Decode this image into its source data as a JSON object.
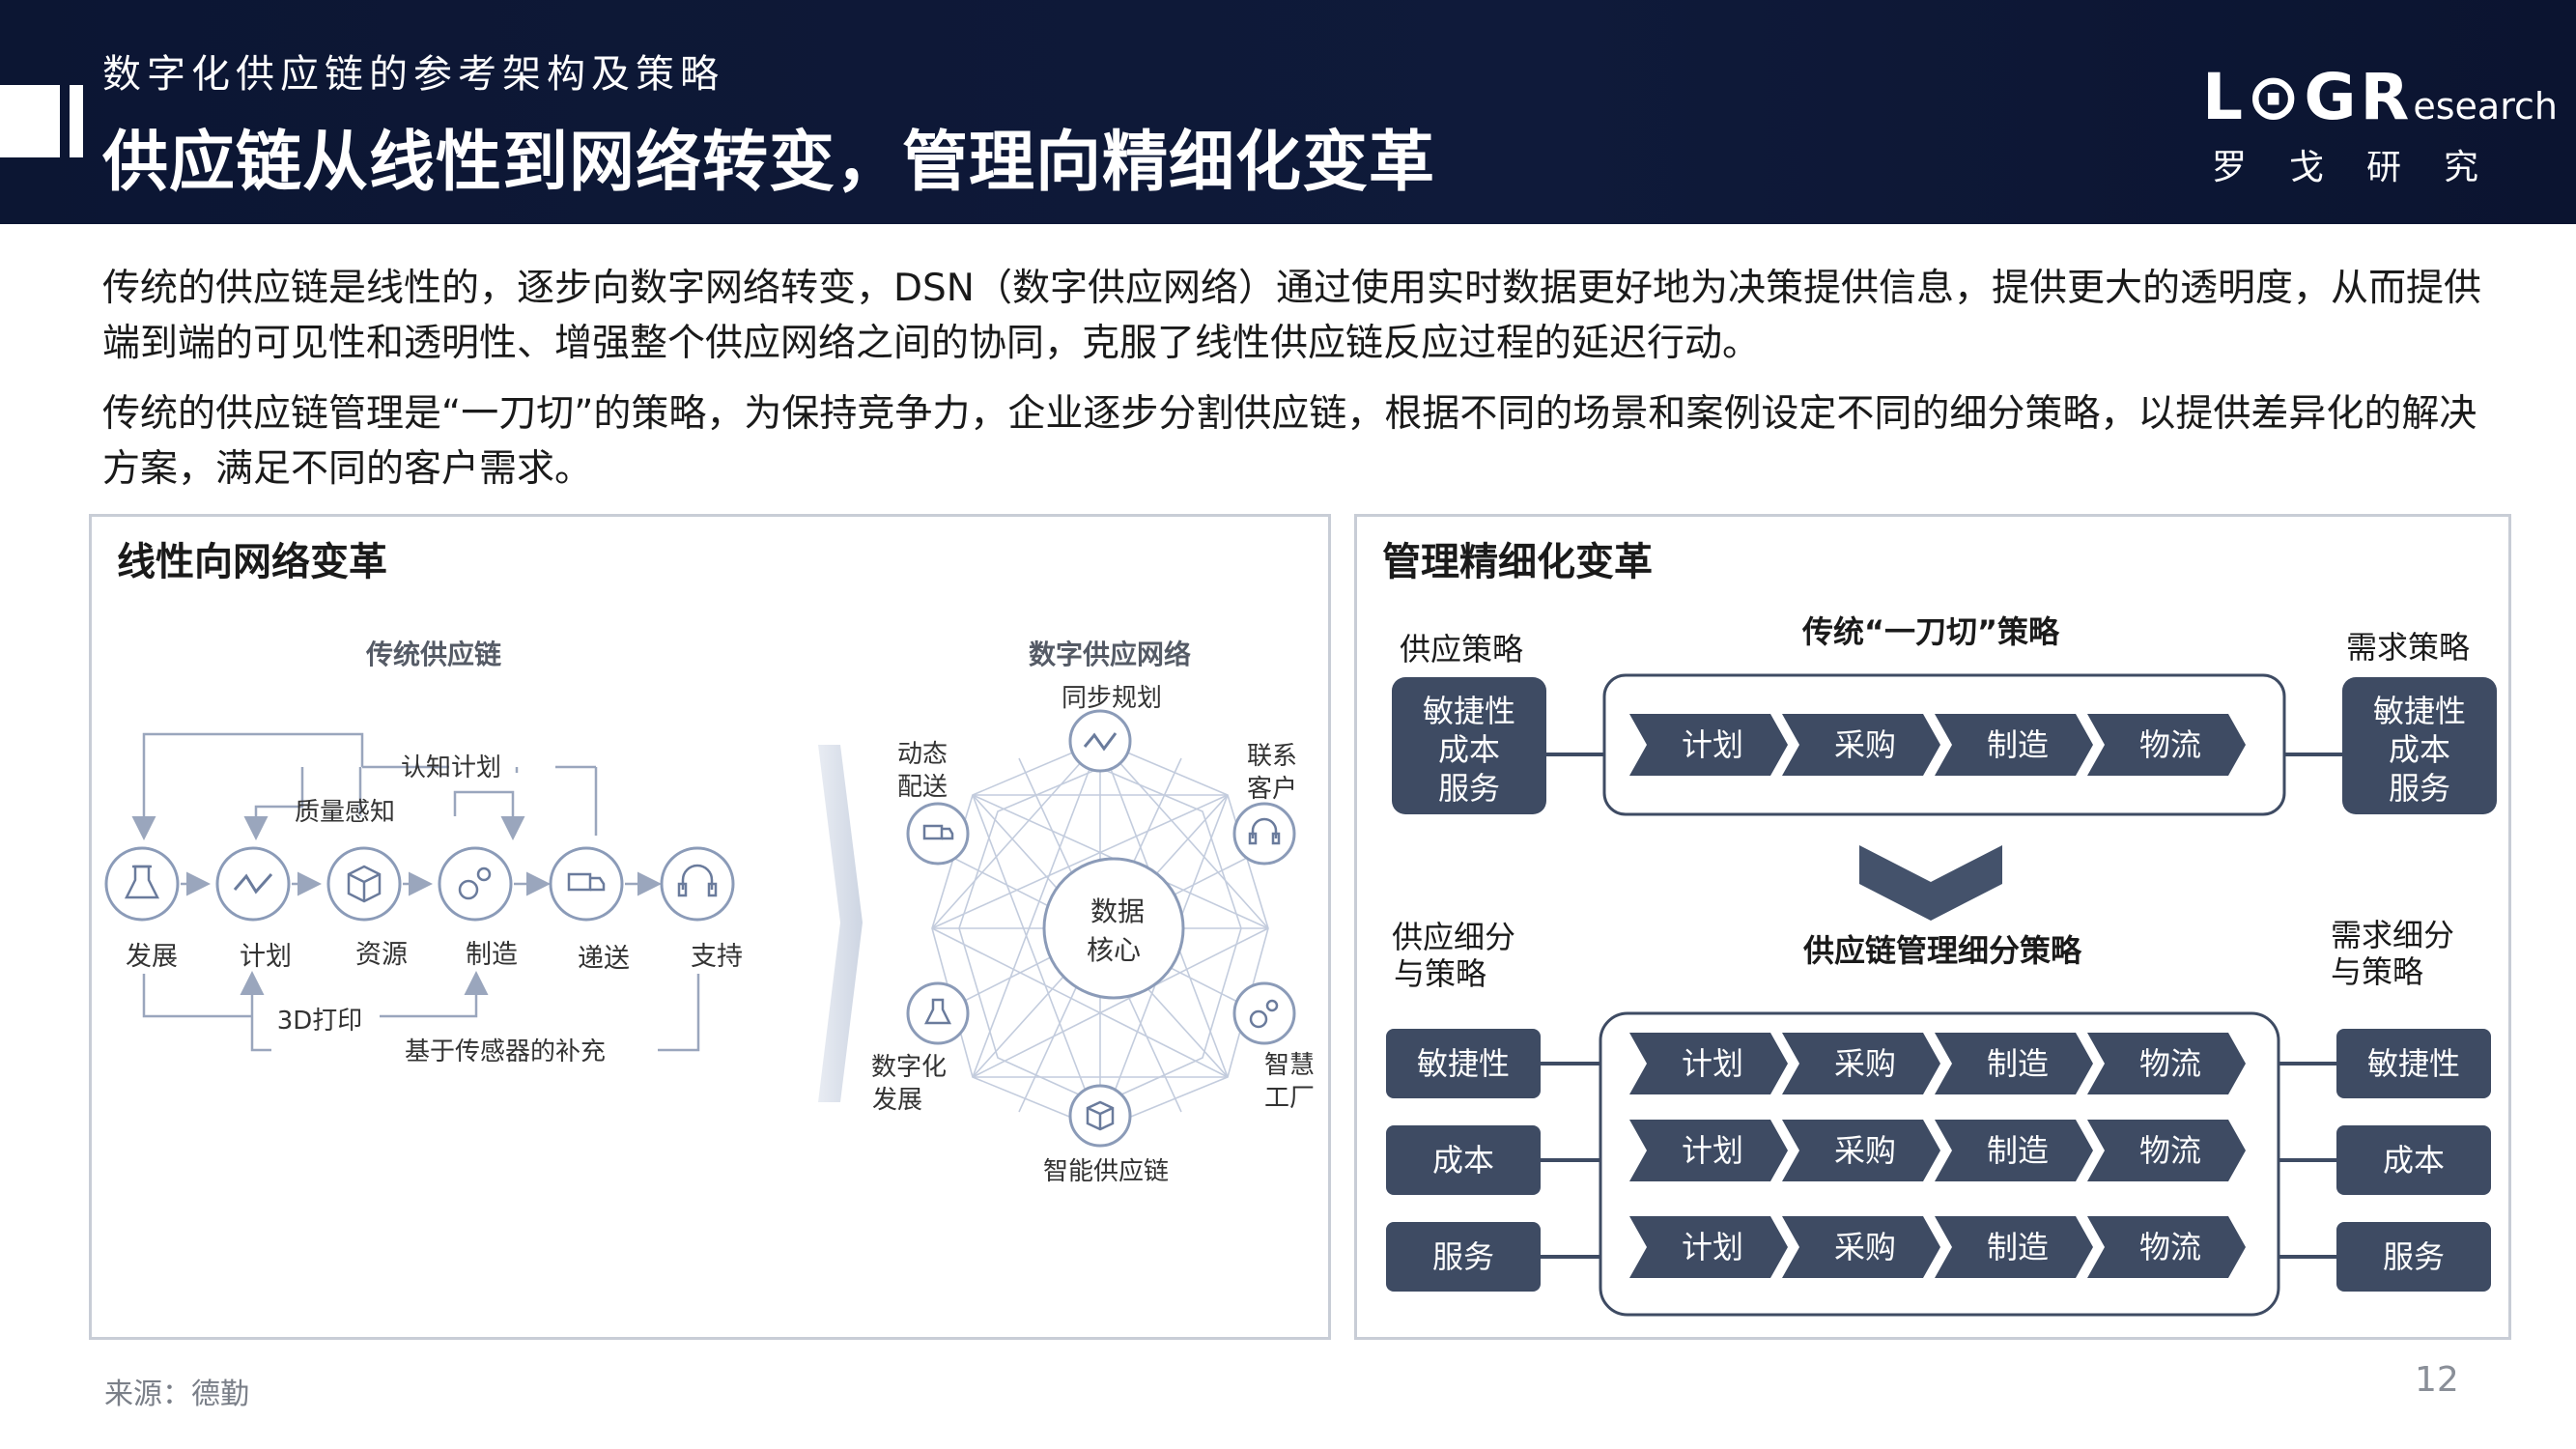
{
  "header": {
    "subtitle": "数字化供应链的参考架构及策略",
    "title": "供应链从线性到网络转变，管理向精细化变革",
    "logo_main": "L⊙GR",
    "logo_small": "esearch",
    "logo_sub": "罗戈研究"
  },
  "paragraphs": {
    "p1": "传统的供应链是线性的，逐步向数字网络转变，DSN（数字供应网络）通过使用实时数据更好地为决策提供信息，提供更大的透明度，从而提供端到端的可见性和透明性、增强整个供应网络之间的协同，克服了线性供应链反应过程的延迟行动。",
    "p2": "传统的供应链管理是“一刀切”的策略，为保持竞争力，企业逐步分割供应链，根据不同的场景和案例设定不同的细分策略，以提供差异化的解决方案，满足不同的客户需求。"
  },
  "left_panel": {
    "title": "线性向网络变革",
    "traditional_title": "传统供应链",
    "linear_nodes": [
      "发展",
      "计划",
      "资源",
      "制造",
      "递送",
      "支持"
    ],
    "top_labels": {
      "cognitive_plan": "认知计划",
      "quality_sense": "质量感知"
    },
    "bottom_labels": {
      "print3d": "3D打印",
      "sensor_supply": "基于传感器的补充"
    },
    "network_title": "数字供应网络",
    "network_nodes": {
      "sync": "同步规划",
      "dynamic_1": "动态",
      "dynamic_2": "配送",
      "connected_1": "联系",
      "connected_2": "客户",
      "digital_1": "数字化",
      "digital_2": "发展",
      "smart_1": "智慧",
      "smart_2": "工厂",
      "intelligent": "智能供应链",
      "core_1": "数据",
      "core_2": "核心"
    }
  },
  "right_panel": {
    "title": "管理精细化变革",
    "top_strategy_title": "传统“一刀切”策略",
    "supply_strategy": "供应策略",
    "demand_strategy": "需求策略",
    "stacked_box": [
      "敏捷性",
      "成本",
      "服务"
    ],
    "process_steps": [
      "计划",
      "采购",
      "制造",
      "物流"
    ],
    "bottom_strategy_title": "供应链管理细分策略",
    "supply_segment_1": "供应细分",
    "supply_segment_2": "与策略",
    "demand_segment_1": "需求细分",
    "demand_segment_2": "与策略",
    "segments": [
      "敏捷性",
      "成本",
      "服务"
    ]
  },
  "footer": {
    "source": "来源：德勤",
    "page": "12"
  },
  "colors": {
    "header_bg": "#0f1a3a",
    "dark_box": "#3e4b63",
    "chevron": "#44526b",
    "node_line": "#8b9bb8",
    "panel_border": "#c8cdd6"
  }
}
